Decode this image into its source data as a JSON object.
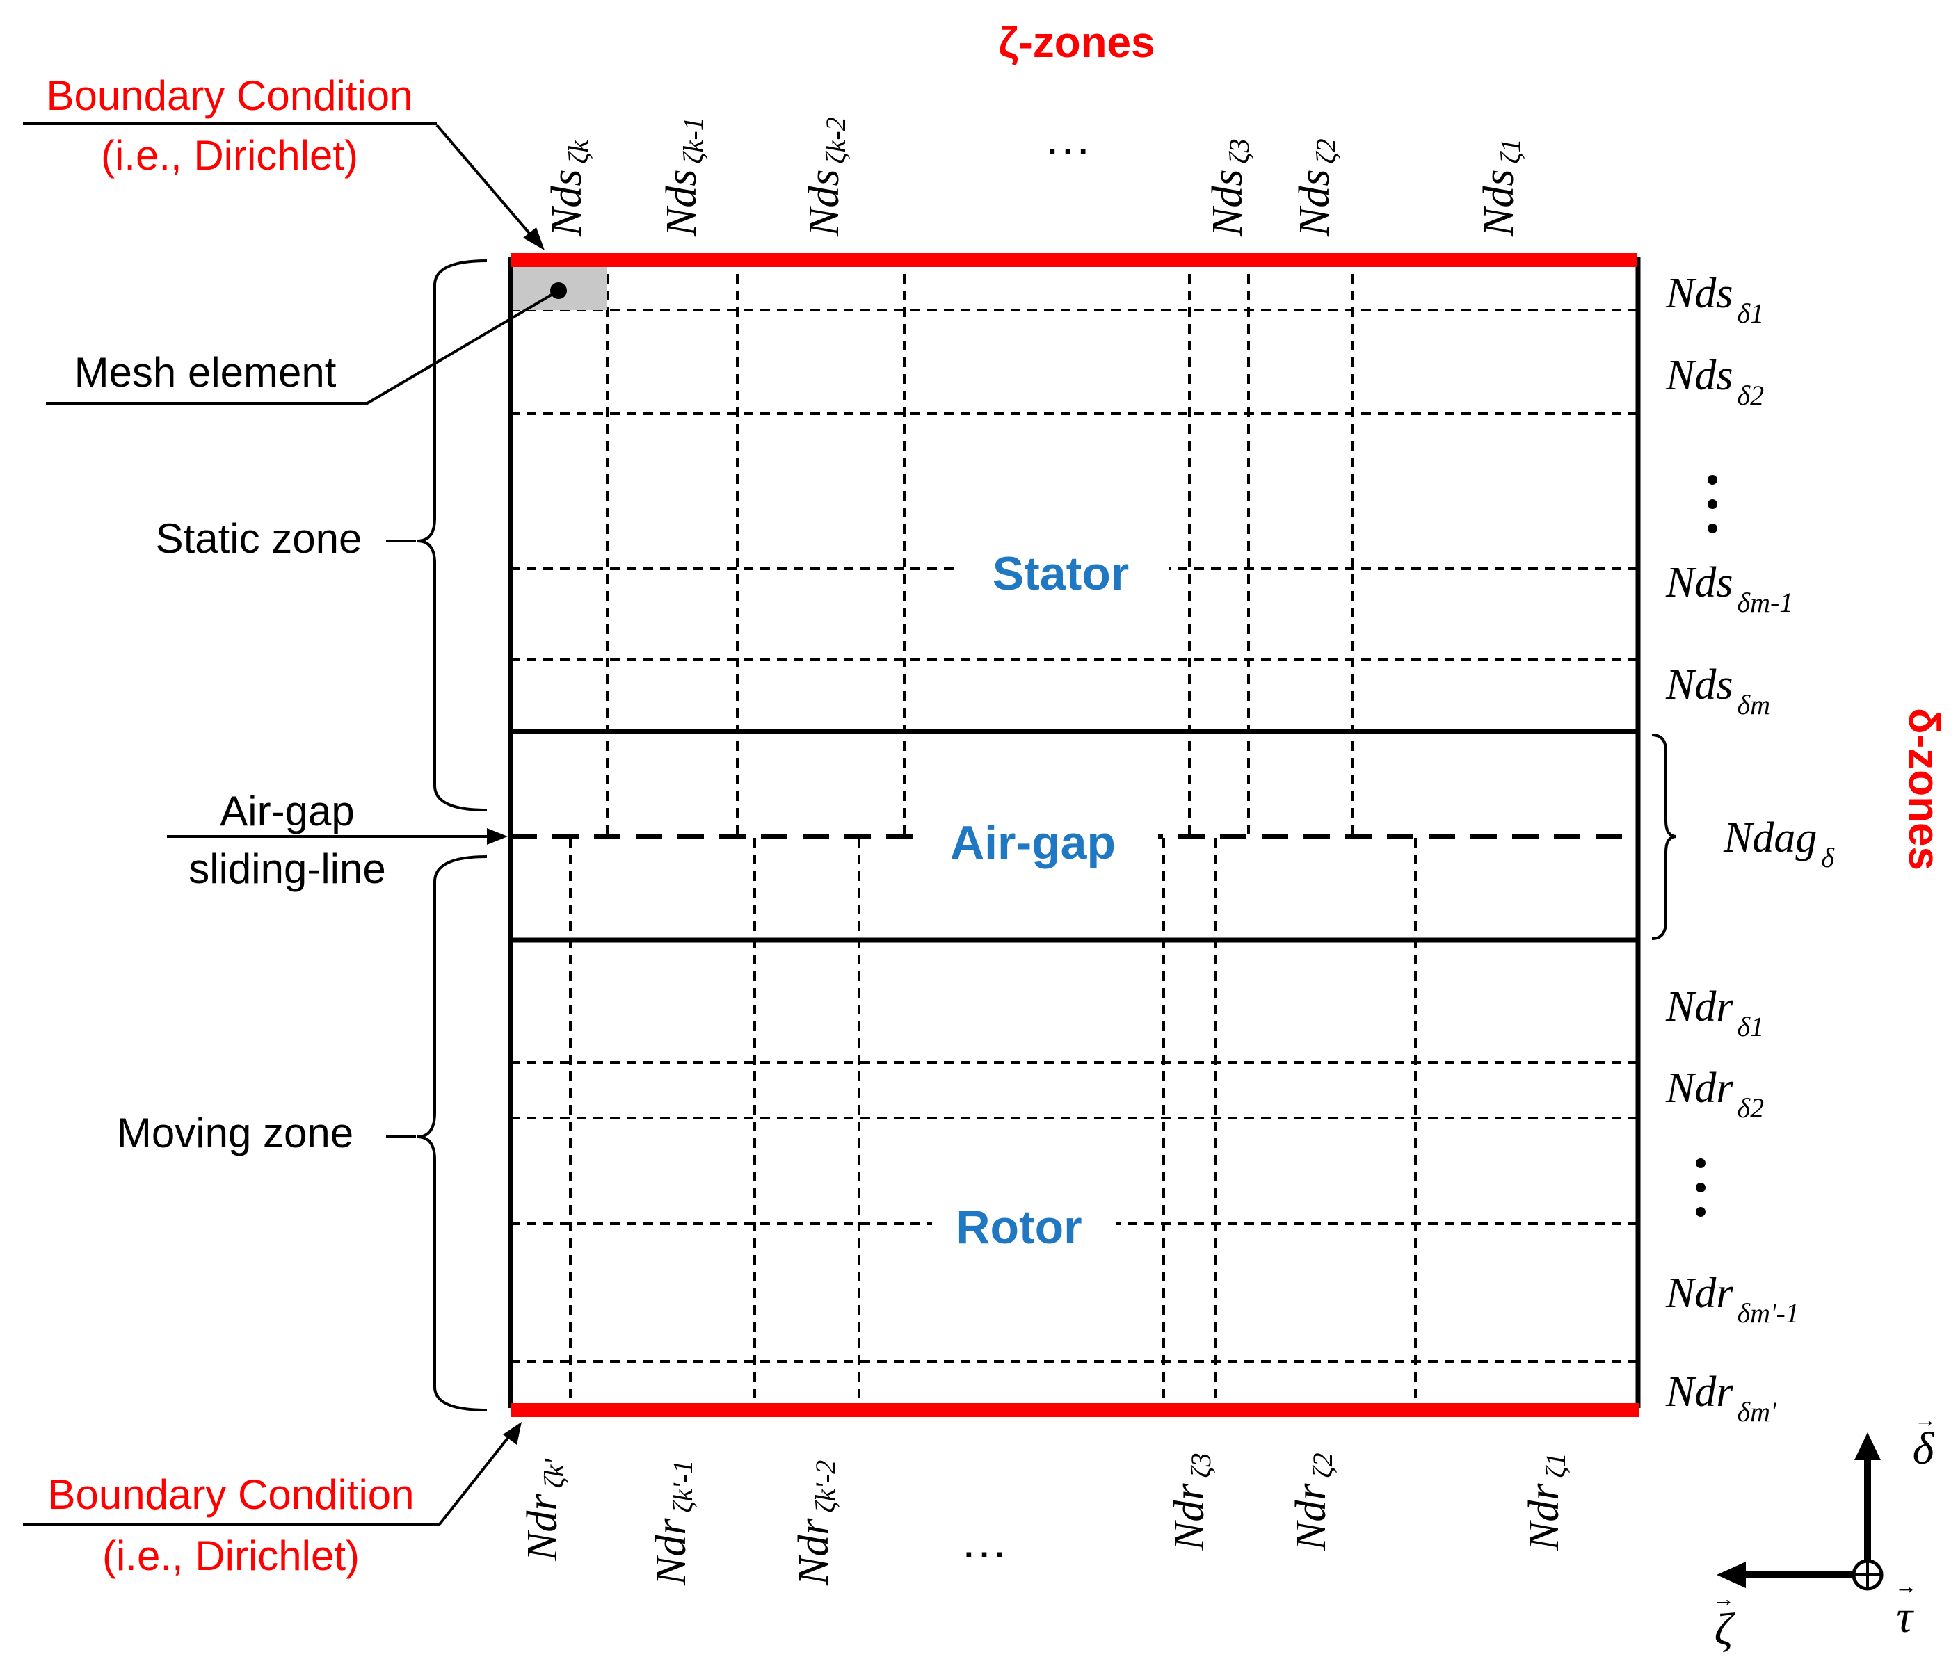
{
  "header": {
    "zeta_zones": "ζ-zones",
    "delta_zones": "δ-zones"
  },
  "boundary_top": {
    "line1": "Boundary Condition",
    "line2": "(i.e., Dirichlet)"
  },
  "boundary_bottom": {
    "line1": "Boundary Condition",
    "line2": "(i.e., Dirichlet)"
  },
  "left_labels": {
    "mesh_element": "Mesh element",
    "static_zone": "Static zone",
    "airgap_line1": "Air-gap",
    "airgap_line2": "sliding-line",
    "moving_zone": "Moving zone"
  },
  "regions": {
    "stator": "Stator",
    "airgap": "Air-gap",
    "rotor": "Rotor"
  },
  "top_labels": [
    {
      "base": "Nds",
      "sub": "ζk"
    },
    {
      "base": "Nds",
      "sub": "ζk-1"
    },
    {
      "base": "Nds",
      "sub": "ζk-2"
    },
    {
      "base": "Nds",
      "sub": "ζ3"
    },
    {
      "base": "Nds",
      "sub": "ζ2"
    },
    {
      "base": "Nds",
      "sub": "ζ1"
    }
  ],
  "top_ellipsis": "…",
  "bottom_labels": [
    {
      "base": "Ndr",
      "sub": "ζk'"
    },
    {
      "base": "Ndr",
      "sub": "ζk'-1"
    },
    {
      "base": "Ndr",
      "sub": "ζk'-2"
    },
    {
      "base": "Ndr",
      "sub": "ζ3"
    },
    {
      "base": "Ndr",
      "sub": "ζ2"
    },
    {
      "base": "Ndr",
      "sub": "ζ1"
    }
  ],
  "bottom_ellipsis": "…",
  "right_stator_labels": [
    {
      "base": "Nds",
      "sub": "δ1"
    },
    {
      "base": "Nds",
      "sub": "δ2"
    },
    {
      "base": "Nds",
      "sub": "δm-1"
    },
    {
      "base": "Nds",
      "sub": "δm"
    }
  ],
  "right_airgap_label": {
    "base": "Ndag",
    "sub": "δ"
  },
  "right_rotor_labels": [
    {
      "base": "Ndr",
      "sub": "δ1"
    },
    {
      "base": "Ndr",
      "sub": "δ2"
    },
    {
      "base": "Ndr",
      "sub": "δm'-1"
    },
    {
      "base": "Ndr",
      "sub": "δm'"
    }
  ],
  "axes": {
    "delta": "δ",
    "zeta": "ζ",
    "tau": "τ"
  },
  "colors": {
    "boundary": "#ff0000",
    "region": "#1f78c1",
    "text": "#000000"
  }
}
